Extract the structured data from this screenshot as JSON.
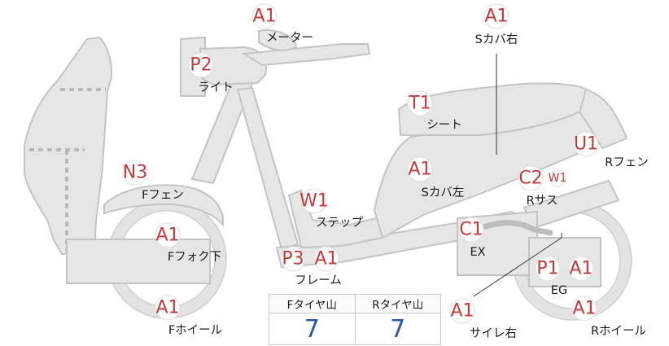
{
  "parts": [
    {
      "code": "A1",
      "label": "メーター"
    },
    {
      "code": "A1",
      "label": "Sカバ右"
    },
    {
      "code": "P2",
      "label": "ライト"
    },
    {
      "code": "T1",
      "label": "シート"
    },
    {
      "code": "U1",
      "label": "Rフェン"
    },
    {
      "code": "N3",
      "label": "Fフェン"
    },
    {
      "code": "A1",
      "label": "Sカバ左"
    },
    {
      "code": "C2",
      "sub": "W1",
      "label": "Rサス"
    },
    {
      "code": "W1",
      "label": "ステップ"
    },
    {
      "code": "A1",
      "label": "Fフォク下"
    },
    {
      "code": "C1",
      "label": "EX"
    },
    {
      "code": "P3",
      "label": ""
    },
    {
      "code": "A1",
      "label": "フレーム"
    },
    {
      "code": "P1",
      "label": "EG"
    },
    {
      "code": "A1",
      "label": ""
    },
    {
      "code": "A1",
      "label": "Fホイール"
    },
    {
      "code": "A1",
      "label": "サイレ右"
    },
    {
      "code": "A1",
      "label": "Rホイール"
    }
  ],
  "tread": {
    "front_header": "Fタイヤ山",
    "rear_header": "Rタイヤ山",
    "front_value": "7",
    "rear_value": "7"
  },
  "colors": {
    "code": "#c23b3b",
    "tread_value": "#2a57a6",
    "bike_fill": "#e6e6e6",
    "bike_outline": "#c4c4c4"
  }
}
